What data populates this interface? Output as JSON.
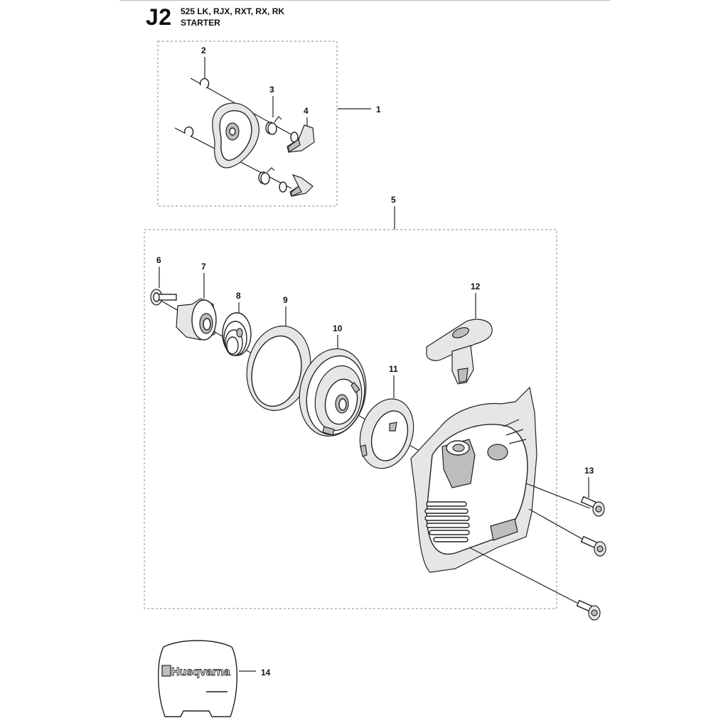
{
  "header": {
    "page_code": "J2",
    "models": "525 LK, RJX, RXT, RX, RK",
    "section_title": "STARTER"
  },
  "callouts": [
    "1",
    "2",
    "3",
    "4",
    "5",
    "6",
    "7",
    "8",
    "9",
    "10",
    "11",
    "12",
    "13",
    "14"
  ],
  "decal": {
    "brand_text": "Husqvarna"
  },
  "colors": {
    "line": "#222222",
    "dash": "#888888",
    "background": "#ffffff"
  }
}
